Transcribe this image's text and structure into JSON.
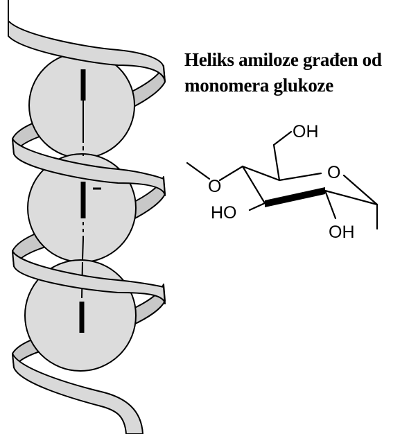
{
  "caption": {
    "line1": "Heliks amiloze građen od",
    "line2": "monomera glukoze"
  },
  "glucose": {
    "ch2oh_label": "OH",
    "ring_oxygen_label": "O",
    "link_oxygen_label": "O",
    "c3_hydroxyl_label": "HO",
    "c2_hydroxyl_label": "OH"
  },
  "colors": {
    "ribbon_fill": "#d9d9d9",
    "sphere_fill": "#dcdcdc",
    "outline": "#000000",
    "background": "#ffffff"
  }
}
